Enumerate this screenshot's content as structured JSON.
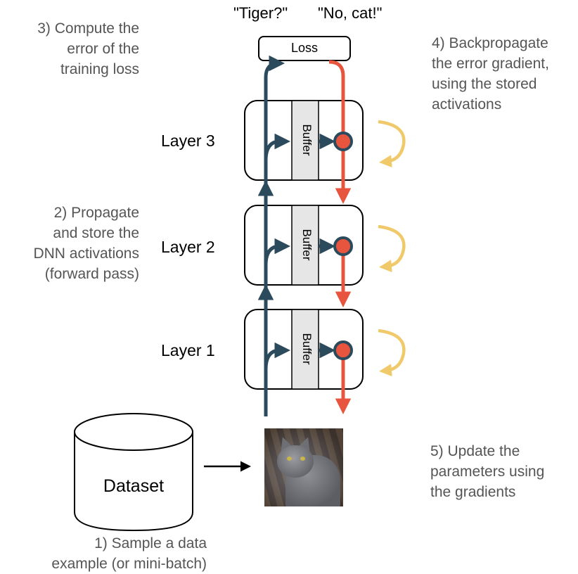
{
  "quotes": {
    "prediction": "\"Tiger?\"",
    "label": "\"No, cat!\""
  },
  "loss_box": {
    "label": "Loss"
  },
  "layers": [
    {
      "name": "Layer 3",
      "buffer": "Buffer"
    },
    {
      "name": "Layer 2",
      "buffer": "Buffer"
    },
    {
      "name": "Layer 1",
      "buffer": "Buffer"
    }
  ],
  "steps": {
    "step1": "1) Sample a data\nexample (or mini-batch)",
    "step2": "2) Propagate\nand store the\nDNN activations\n(forward pass)",
    "step3": "3) Compute the\nerror of the\ntraining loss",
    "step4": "4) Backpropagate\nthe error gradient,\nusing the stored\nactivations",
    "step5": "5) Update the\nparameters using\nthe gradients"
  },
  "dataset": {
    "label": "Dataset"
  },
  "image": {
    "description_icon": "cat-photo"
  },
  "colors": {
    "forward": "#2b4a5c",
    "backward": "#e8553f",
    "update": "#f0c96a",
    "buffer_fill": "#e6e6e6"
  }
}
